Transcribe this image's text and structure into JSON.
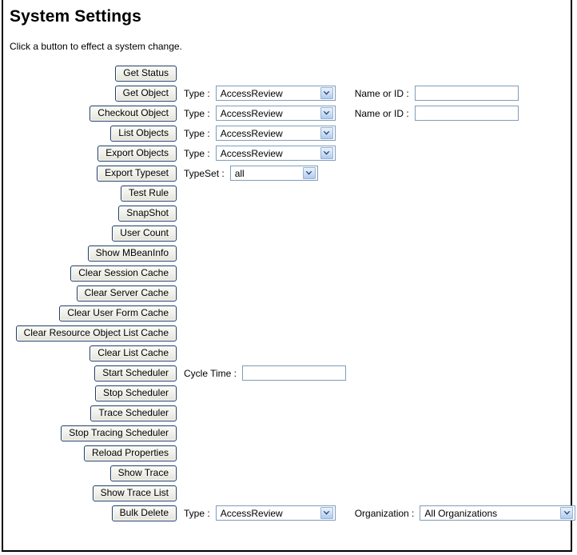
{
  "page": {
    "title": "System Settings",
    "intro": "Click a button to effect a system change."
  },
  "labels": {
    "type": "Type :",
    "typeset": "TypeSet :",
    "name_or_id": "Name or ID :",
    "cycle_time": "Cycle Time :",
    "organization": "Organization :"
  },
  "values": {
    "type_default": "AccessReview",
    "typeset_default": "all",
    "organization_default": "All Organizations",
    "name_or_id_value": "",
    "cycle_time_value": ""
  },
  "rows": [
    {
      "button": "Get Status"
    },
    {
      "button": "Get Object"
    },
    {
      "button": "Checkout Object"
    },
    {
      "button": "List Objects"
    },
    {
      "button": "Export Objects"
    },
    {
      "button": "Export Typeset"
    },
    {
      "button": "Test Rule"
    },
    {
      "button": "SnapShot"
    },
    {
      "button": "User Count"
    },
    {
      "button": "Show MBeanInfo"
    },
    {
      "button": "Clear Session Cache"
    },
    {
      "button": "Clear Server Cache"
    },
    {
      "button": "Clear User Form Cache"
    },
    {
      "button": "Clear Resource Object List Cache"
    },
    {
      "button": "Clear List Cache"
    },
    {
      "button": "Start Scheduler"
    },
    {
      "button": "Stop Scheduler"
    },
    {
      "button": "Trace Scheduler"
    },
    {
      "button": "Stop Tracing Scheduler"
    },
    {
      "button": "Reload Properties"
    },
    {
      "button": "Show Trace"
    },
    {
      "button": "Show Trace List"
    },
    {
      "button": "Bulk Delete"
    }
  ],
  "colors": {
    "button_border": "#1f3c66",
    "field_border": "#7f9db9",
    "page_border": "#000000",
    "dropdown_arrow": "#1f3c66"
  }
}
